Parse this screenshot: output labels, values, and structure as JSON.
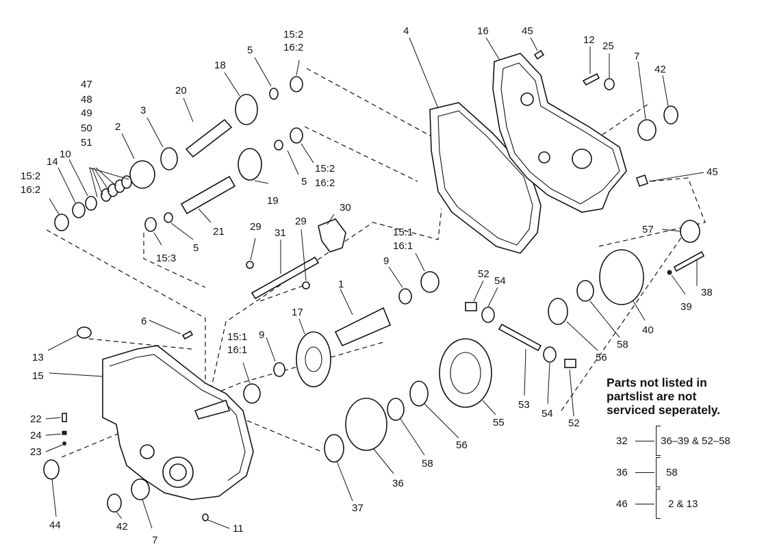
{
  "callouts": [
    {
      "id": "c47",
      "text": "47"
    },
    {
      "id": "c48",
      "text": "48"
    },
    {
      "id": "c49",
      "text": "49"
    },
    {
      "id": "c50",
      "text": "50"
    },
    {
      "id": "c51",
      "text": "51"
    },
    {
      "id": "c2",
      "text": "2"
    },
    {
      "id": "c3",
      "text": "3"
    },
    {
      "id": "c20",
      "text": "20"
    },
    {
      "id": "c18",
      "text": "18"
    },
    {
      "id": "c5a",
      "text": "5"
    },
    {
      "id": "c152a",
      "text": "15:2"
    },
    {
      "id": "c162a",
      "text": "16:2"
    },
    {
      "id": "c4",
      "text": "4"
    },
    {
      "id": "c16",
      "text": "16"
    },
    {
      "id": "c45a",
      "text": "45"
    },
    {
      "id": "c12",
      "text": "12"
    },
    {
      "id": "c25",
      "text": "25"
    },
    {
      "id": "c7a",
      "text": "7"
    },
    {
      "id": "c42a",
      "text": "42"
    },
    {
      "id": "c152b",
      "text": "15:2"
    },
    {
      "id": "c162b",
      "text": "16:2"
    },
    {
      "id": "c14",
      "text": "14"
    },
    {
      "id": "c10",
      "text": "10"
    },
    {
      "id": "c5b",
      "text": "5"
    },
    {
      "id": "c152c",
      "text": "15:2"
    },
    {
      "id": "c162c",
      "text": "16:2"
    },
    {
      "id": "c19",
      "text": "19"
    },
    {
      "id": "c45b",
      "text": "45"
    },
    {
      "id": "c21",
      "text": "21"
    },
    {
      "id": "c5c",
      "text": "5"
    },
    {
      "id": "c153",
      "text": "15:3"
    },
    {
      "id": "c29a",
      "text": "29"
    },
    {
      "id": "c31",
      "text": "31"
    },
    {
      "id": "c29b",
      "text": "29"
    },
    {
      "id": "c30",
      "text": "30"
    },
    {
      "id": "c151a",
      "text": "15:1"
    },
    {
      "id": "c161a",
      "text": "16:1"
    },
    {
      "id": "c57",
      "text": "57"
    },
    {
      "id": "c9a",
      "text": "9"
    },
    {
      "id": "c52a",
      "text": "52"
    },
    {
      "id": "c54a",
      "text": "54"
    },
    {
      "id": "c38",
      "text": "38"
    },
    {
      "id": "c39",
      "text": "39"
    },
    {
      "id": "c1",
      "text": "1"
    },
    {
      "id": "c6",
      "text": "6"
    },
    {
      "id": "c17",
      "text": "17"
    },
    {
      "id": "c40",
      "text": "40"
    },
    {
      "id": "c58a",
      "text": "58"
    },
    {
      "id": "c56a",
      "text": "56"
    },
    {
      "id": "c13",
      "text": "13"
    },
    {
      "id": "c15",
      "text": "15"
    },
    {
      "id": "c151b",
      "text": "15:1"
    },
    {
      "id": "c161b",
      "text": "16:1"
    },
    {
      "id": "c9b",
      "text": "9"
    },
    {
      "id": "c53",
      "text": "53"
    },
    {
      "id": "c54b",
      "text": "54"
    },
    {
      "id": "c52b",
      "text": "52"
    },
    {
      "id": "c55",
      "text": "55"
    },
    {
      "id": "c22",
      "text": "22"
    },
    {
      "id": "c24",
      "text": "24"
    },
    {
      "id": "c23",
      "text": "23"
    },
    {
      "id": "c56b",
      "text": "56"
    },
    {
      "id": "c58b",
      "text": "58"
    },
    {
      "id": "c36",
      "text": "36"
    },
    {
      "id": "c37",
      "text": "37"
    },
    {
      "id": "c44",
      "text": "44"
    },
    {
      "id": "c42b",
      "text": "42"
    },
    {
      "id": "c7b",
      "text": "7"
    },
    {
      "id": "c11",
      "text": "11"
    }
  ],
  "note": {
    "line1": "Parts not listed in",
    "line2": "partslist are not",
    "line3": "serviced seperately."
  },
  "kits": [
    {
      "part": "32",
      "contents": "36–39 & 52–58"
    },
    {
      "part": "36",
      "contents": "58"
    },
    {
      "part": "46",
      "contents": "2 & 13"
    }
  ]
}
